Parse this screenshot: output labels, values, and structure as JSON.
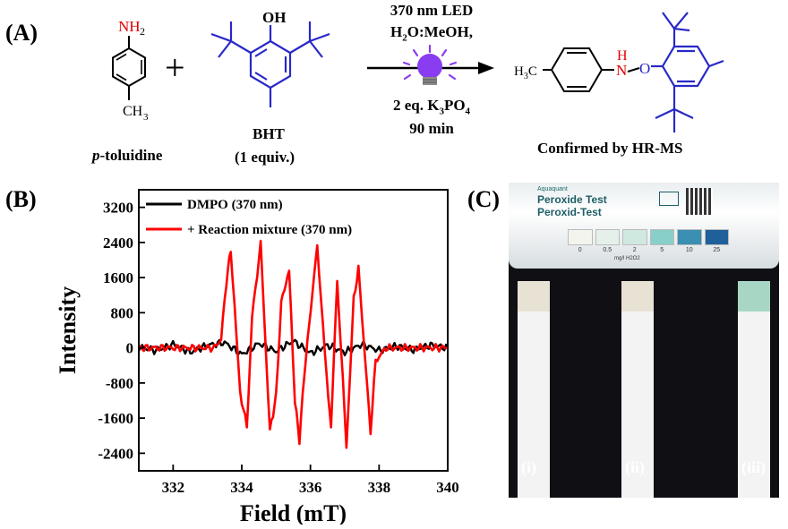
{
  "panel_a": {
    "label": "(A)",
    "reactant1": {
      "name": "p-toluidine",
      "name_prefix": "p",
      "name_rest": "-toluidine",
      "nh2": "NH",
      "nh2_sub": "2",
      "ch3": "CH",
      "ch3_sub": "3"
    },
    "reactant2": {
      "name": "BHT",
      "equiv": "(1 equiv.)",
      "oh": "OH"
    },
    "plus": "+",
    "conditions": {
      "line1": "370 nm LED",
      "line2": "H2O:MeOH,",
      "line3": "2 eq. K3PO4",
      "line4": "90 min"
    },
    "product": {
      "h3c": "H3C",
      "nh": "N",
      "h": "H",
      "o": "O",
      "caption": "Confirmed by HR-MS"
    },
    "colors": {
      "bht": "#2828c8",
      "nh": "#e00000",
      "o": "#2828c8",
      "bulb": "#8a3cf0",
      "rays": "#8a3cf0"
    }
  },
  "panel_b": {
    "label": "(B)"
  },
  "chart_data": {
    "type": "line",
    "xlabel": "Field (mT)",
    "ylabel": "Intensity",
    "xlim": [
      331,
      340
    ],
    "ylim": [
      -2800,
      3600
    ],
    "xticks": [
      332,
      334,
      336,
      338,
      340
    ],
    "yticks": [
      -2400,
      -1600,
      -800,
      0,
      800,
      1600,
      2400,
      3200
    ],
    "legend_position": "top-left",
    "series": [
      {
        "name": "DMPO (370 nm)",
        "color": "#000000",
        "x": [
          331.0,
          331.5,
          332.0,
          332.5,
          333.0,
          333.5,
          334.0,
          334.5,
          335.0,
          335.5,
          336.0,
          336.5,
          337.0,
          337.5,
          338.0,
          338.5,
          339.0,
          339.5,
          340.0
        ],
        "y": [
          20,
          -60,
          80,
          -100,
          60,
          120,
          -150,
          100,
          -80,
          160,
          -120,
          60,
          -100,
          80,
          -60,
          40,
          -40,
          60,
          0
        ]
      },
      {
        "name": "+ Reaction mixture (370 nm)",
        "color": "#ff0000",
        "x": [
          331.0,
          333.2,
          333.4,
          333.55,
          333.68,
          333.95,
          334.15,
          334.3,
          334.55,
          334.82,
          335.0,
          335.15,
          335.38,
          335.55,
          335.68,
          335.82,
          336.2,
          336.36,
          336.52,
          336.6,
          336.78,
          337.05,
          337.26,
          337.4,
          337.75,
          337.9,
          338.2,
          340.0
        ],
        "y": [
          0,
          0,
          200,
          1500,
          2250,
          -1000,
          -1800,
          700,
          2350,
          -1900,
          -1100,
          1050,
          1750,
          -1200,
          -2100,
          -600,
          2350,
          500,
          -1100,
          -1800,
          1550,
          -2250,
          1100,
          1800,
          -1900,
          -300,
          0,
          0
        ]
      }
    ]
  },
  "panel_c": {
    "label": "(C)",
    "tube_text1": "Peroxide Test",
    "tube_text2": "Peroxid-Test",
    "brand_text": "Aquaquant",
    "scale_values": [
      "0",
      "0.5",
      "2",
      "5",
      "10",
      "25"
    ],
    "scale_unit": "mg/l H2O2",
    "scale_colors": [
      "#f4f4ee",
      "#e6f0ea",
      "#cfe8e0",
      "#88cfc9",
      "#3a8fb2",
      "#1f5f9a"
    ],
    "strips": [
      {
        "label": "(i)",
        "pad_color": "#e8e2d4"
      },
      {
        "label": "(ii)",
        "pad_color": "#e8e2d4"
      },
      {
        "label": "(iii)",
        "pad_color": "#a7d7c4"
      }
    ]
  }
}
